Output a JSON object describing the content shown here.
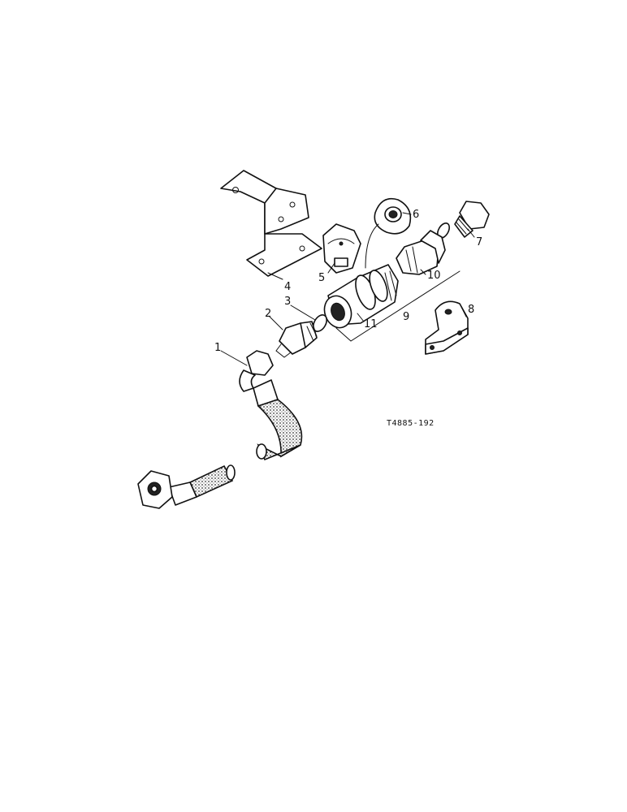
{
  "figure": {
    "id_label": "T4885-192",
    "callouts": [
      "1",
      "2",
      "3",
      "4",
      "5",
      "6",
      "7",
      "8",
      "9",
      "10",
      "11"
    ]
  }
}
